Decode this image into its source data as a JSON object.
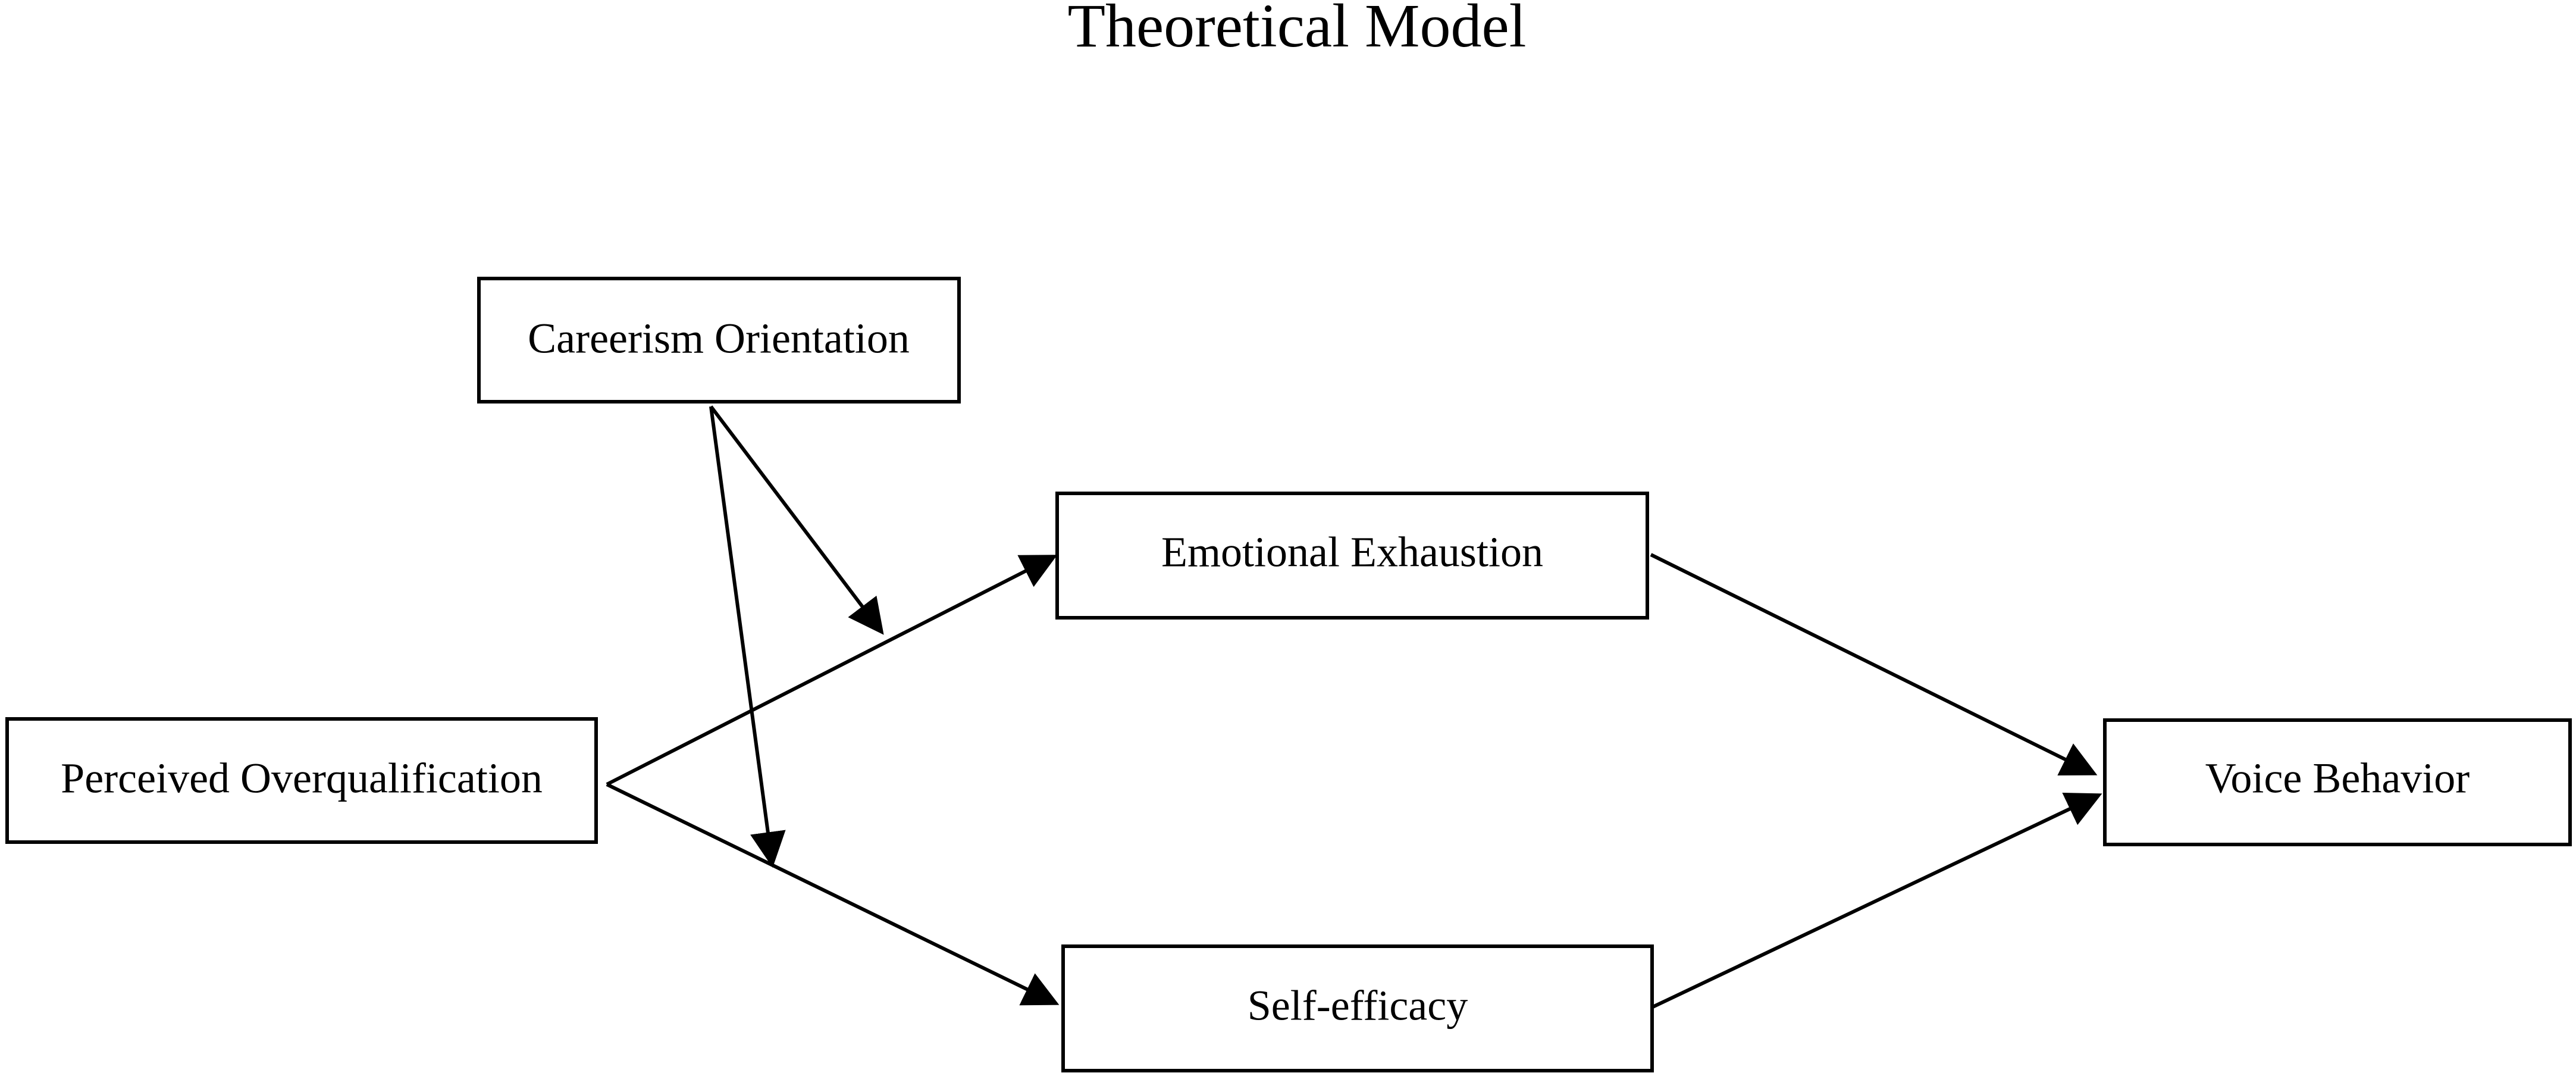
{
  "title": "Theoretical Model",
  "nodes": {
    "careerism": {
      "label": "Careerism Orientation"
    },
    "overqualification": {
      "label": "Perceived Overqualification"
    },
    "exhaustion": {
      "label": "Emotional Exhaustion"
    },
    "self_efficacy": {
      "label": "Self-efficacy"
    },
    "voice": {
      "label": "Voice Behavior"
    }
  },
  "edges": [
    {
      "from": "overqualification",
      "to": "exhaustion",
      "type": "path"
    },
    {
      "from": "overqualification",
      "to": "self_efficacy",
      "type": "path"
    },
    {
      "from": "exhaustion",
      "to": "voice",
      "type": "path"
    },
    {
      "from": "self_efficacy",
      "to": "voice",
      "type": "path"
    },
    {
      "from": "careerism",
      "to": "overqualification-exhaustion",
      "type": "moderation"
    },
    {
      "from": "careerism",
      "to": "overqualification-self_efficacy",
      "type": "moderation"
    }
  ],
  "colors": {
    "stroke": "#000000",
    "background": "#ffffff"
  }
}
